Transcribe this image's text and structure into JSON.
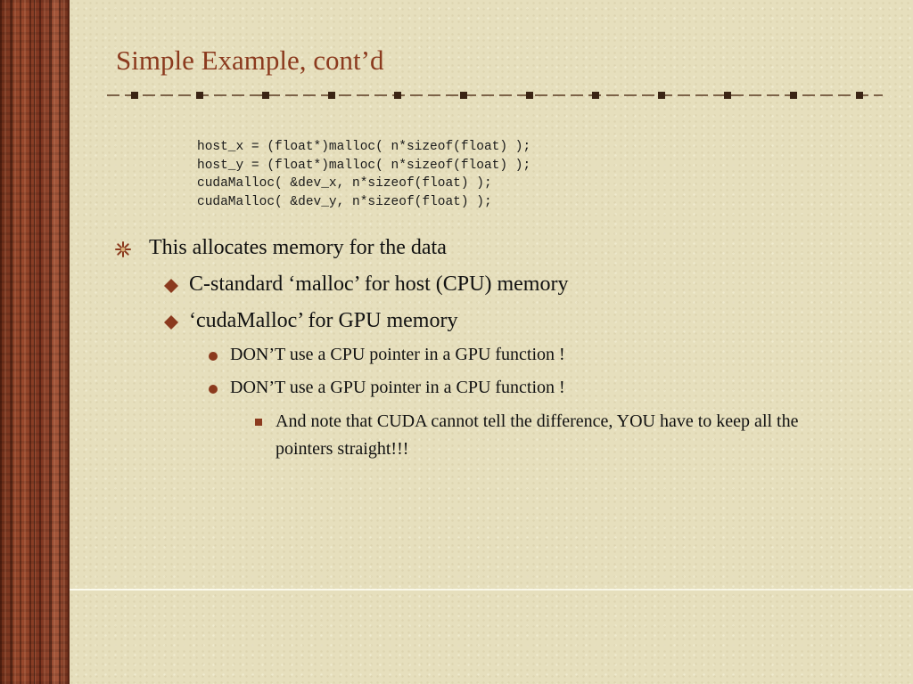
{
  "slide": {
    "title": "Simple Example, cont’d",
    "code_lines": [
      "host_x = (float*)malloc( n*sizeof(float) );",
      "host_y = (float*)malloc( n*sizeof(float) );",
      "cudaMalloc( &dev_x, n*sizeof(float) );",
      "cudaMalloc( &dev_y, n*sizeof(float) );"
    ],
    "bullets": {
      "level1": "This allocates memory for the data",
      "level2": [
        "C-standard ‘malloc’ for host (CPU) memory",
        "‘cudaMalloc’ for GPU memory"
      ],
      "level3": [
        "DON’T use a CPU pointer in a GPU function !",
        "DON’T use a GPU pointer in a CPU function !"
      ],
      "level4": "And note that CUDA cannot tell the difference, YOU have to keep all the pointers straight!!!"
    },
    "icons": {
      "level1_marker": "asterisk-star-icon",
      "level2_marker": "diamond-icon",
      "level3_marker": "circle-bullet-icon",
      "level4_marker": "square-bullet-icon"
    },
    "colors": {
      "title": "#8b3a1e",
      "accent": "#8b3a1e",
      "background": "#e6dfbd",
      "wood": "#8a3f27"
    }
  }
}
